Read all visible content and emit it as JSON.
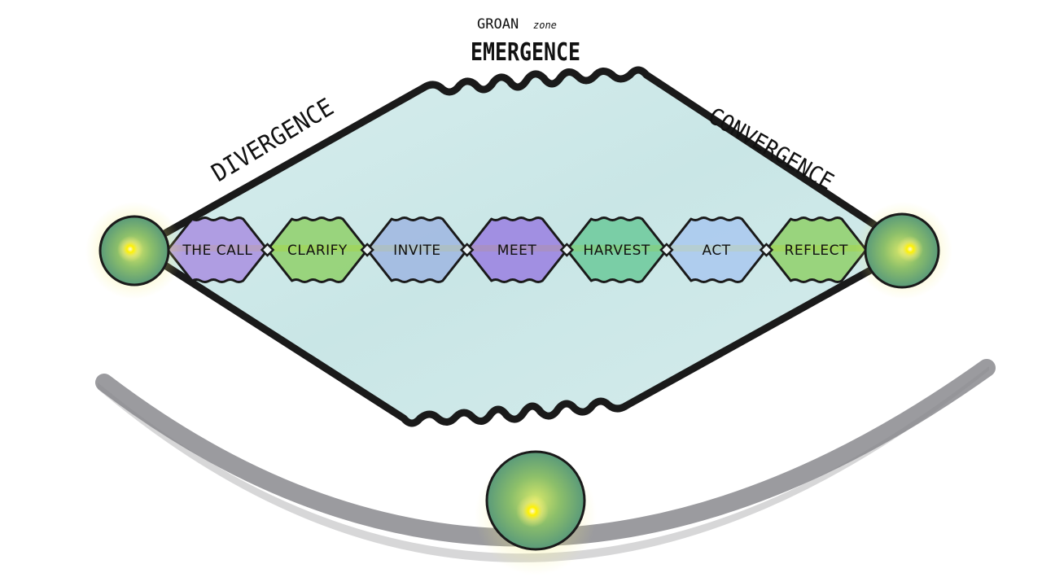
{
  "header": {
    "groan_label": "GROAN",
    "zone_label": "zone",
    "emergence_label": "EMERGENCE"
  },
  "sides": {
    "divergence_label": "DIVERGENCE",
    "convergence_label": "CONVERGENCE"
  },
  "phases": [
    {
      "label": "THE CALL",
      "color": "#a98fe0"
    },
    {
      "label": "CLARIFY",
      "color": "#8fd06a"
    },
    {
      "label": "INVITE",
      "color": "#9fb6e0"
    },
    {
      "label": "MEET",
      "color": "#9a7fe0"
    },
    {
      "label": "HARVEST",
      "color": "#6cc99a"
    },
    {
      "label": "ACT",
      "color": "#a9c8ee"
    },
    {
      "label": "REFLECT",
      "color": "#8fd06a"
    }
  ],
  "colors": {
    "diamond_fill": "#cfe8e8",
    "outline": "#1a1a1a",
    "orb": "#6aa86a",
    "glow": "#fff200",
    "arc": "#8a8a8e"
  }
}
